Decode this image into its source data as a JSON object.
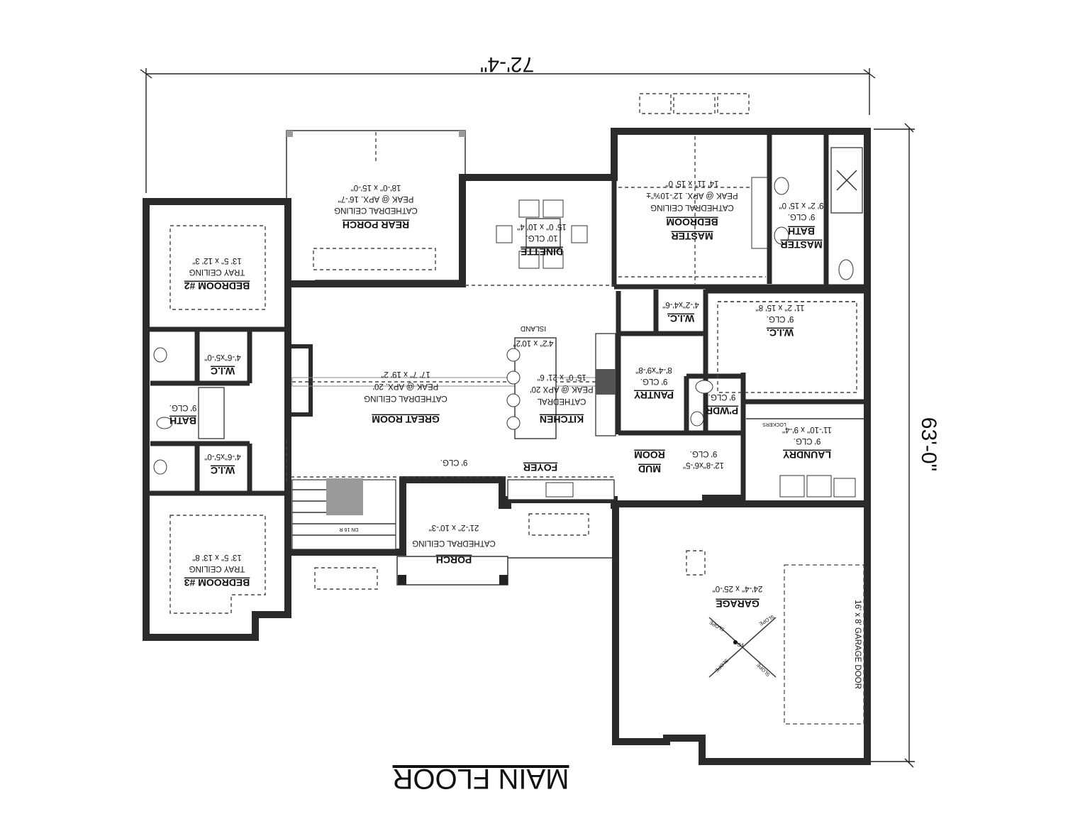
{
  "title": "MAIN FLOOR",
  "overall_width": "72'-4\"",
  "overall_depth": "63'-0\"",
  "rooms": {
    "rear_porch": {
      "name": "REAR PORCH",
      "lines": [
        "CATHEDRAL CEILING",
        "PEAK @ APX. 16'-7\"",
        "18'-0\" x 15'-0\""
      ]
    },
    "dinette": {
      "name": "DINETTE",
      "lines": [
        "10' CLG.",
        "15' 0\" x 10' 4\""
      ]
    },
    "master_bedroom": {
      "name": "MASTER",
      "name2": "BEDROOM",
      "lines": [
        "CATHEDRAL CEILING",
        "PEAK @ APX. 12'-10⅝\"±",
        "14' 11\" x 15' 0\""
      ]
    },
    "master_bath": {
      "name": "MASTER",
      "name2": "BATH",
      "lines": [
        "9' CLG.",
        "9' 2\" x 15' 0\""
      ]
    },
    "bedroom2": {
      "name": "BEDROOM #2",
      "lines": [
        "TRAY CEILING",
        "13' 5\" x 12' 3\""
      ]
    },
    "bedroom3": {
      "name": "BEDROOM #3",
      "lines": [
        "TRAY CEILING",
        "13' 5\" x 13' 8\""
      ]
    },
    "bath": {
      "name": "BATH",
      "lines": [
        "9' CLG."
      ]
    },
    "wic_upper": {
      "name": "W.I.C",
      "lines": [
        "4'-6\"x5'-0\""
      ]
    },
    "wic_lower": {
      "name": "W.I.C",
      "lines": [
        "4'-6\"x5'-0\""
      ]
    },
    "great_room": {
      "name": "GREAT ROOM",
      "lines": [
        "CATHEDRAL CEILING",
        "PEAK @ APX. 20'",
        "17' 7\" x 19' 2\""
      ]
    },
    "island": {
      "dims": "4'2\" x 10'2\"",
      "label": "ISLAND"
    },
    "kitchen": {
      "name": "KITCHEN",
      "lines": [
        "CATHEDRAL",
        "PEAK @ APX 20'",
        "15' 0\" x 21' 6\""
      ]
    },
    "wic_small": {
      "name": "W.I.C.",
      "lines": [
        "4'-2\"x4'-6\""
      ]
    },
    "wic_master": {
      "name": "W.I.C.",
      "lines": [
        "9' CLG.",
        "11' 2\" x 15' 8\""
      ]
    },
    "pantry": {
      "name": "PANTRY",
      "lines": [
        "9' CLG.",
        "8'-4\"x9'-8\""
      ]
    },
    "powder": {
      "name": "P'WDR",
      "lines": [
        "9' CLG."
      ]
    },
    "laundry": {
      "name": "LAUNDRY",
      "lines": [
        "9' CLG.",
        "11'-10\" x 9'-4\""
      ],
      "lockers": "LOCKERS"
    },
    "mud_room": {
      "name": "MUD",
      "name2": "ROOM",
      "lines": [
        "12'-8\"x6'-5\"",
        "9' CLG."
      ]
    },
    "foyer": {
      "name": "FOYER",
      "lines": [
        "9' CLG."
      ]
    },
    "porch": {
      "name": "PORCH",
      "lines": [
        "CATHEDRAL CEILING",
        "21'-2\" x 10'-3\""
      ]
    },
    "garage": {
      "name": "GARAGE",
      "lines": [
        "24'-4\" x 25'-0\""
      ],
      "door": "16' x 8' GARAGE DOOR",
      "slope": "SLOPE",
      "fd": "FD"
    },
    "stair": {
      "label": "DN 16 R"
    }
  }
}
